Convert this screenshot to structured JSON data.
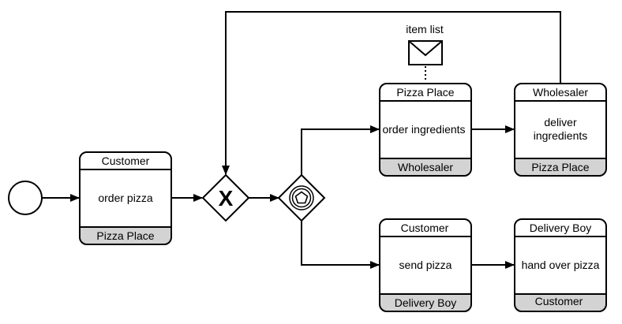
{
  "diagram": {
    "type": "bpmn-choreography",
    "colors": {
      "stroke": "#000000",
      "background": "#ffffff",
      "participant_band": "#d3d3d3"
    },
    "start_event": {
      "label": ""
    },
    "gateways": [
      {
        "id": "exclusive",
        "kind": "exclusive",
        "symbol": "X"
      },
      {
        "id": "event-based",
        "kind": "event-based",
        "symbol": "pentagon"
      }
    ],
    "message": {
      "label": "item list",
      "icon": "envelope-icon"
    },
    "tasks": [
      {
        "id": "order-pizza",
        "initiator": "Customer",
        "name": "order pizza",
        "participant": "Pizza Place"
      },
      {
        "id": "order-ingredients",
        "initiator": "Pizza Place",
        "name": "order ingredients",
        "participant": "Wholesaler"
      },
      {
        "id": "deliver-ingredients",
        "initiator": "Wholesaler",
        "name_lines": [
          "deliver",
          "ingredients"
        ],
        "participant": "Pizza Place"
      },
      {
        "id": "send-pizza",
        "initiator": "Customer",
        "name": "send pizza",
        "participant": "Delivery Boy"
      },
      {
        "id": "hand-over-pizza",
        "initiator": "Delivery Boy",
        "name": "hand over pizza",
        "participant": "Customer"
      }
    ]
  }
}
